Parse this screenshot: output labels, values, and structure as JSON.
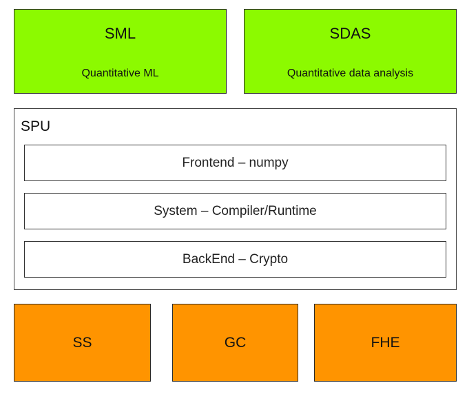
{
  "colors": {
    "application_fill": "#8cfa00",
    "protocol_fill": "#ff9400",
    "spu_fill": "#ffffff"
  },
  "applications": [
    {
      "title": "SML",
      "subtitle": "Quantitative ML"
    },
    {
      "title": "SDAS",
      "subtitle": "Quantitative data analysis"
    }
  ],
  "spu": {
    "label": "SPU",
    "layers": [
      {
        "label": "Frontend – numpy"
      },
      {
        "label": "System – Compiler/Runtime"
      },
      {
        "label": "BackEnd – Crypto"
      }
    ]
  },
  "protocols": [
    {
      "label": "SS"
    },
    {
      "label": "GC"
    },
    {
      "label": "FHE"
    }
  ]
}
